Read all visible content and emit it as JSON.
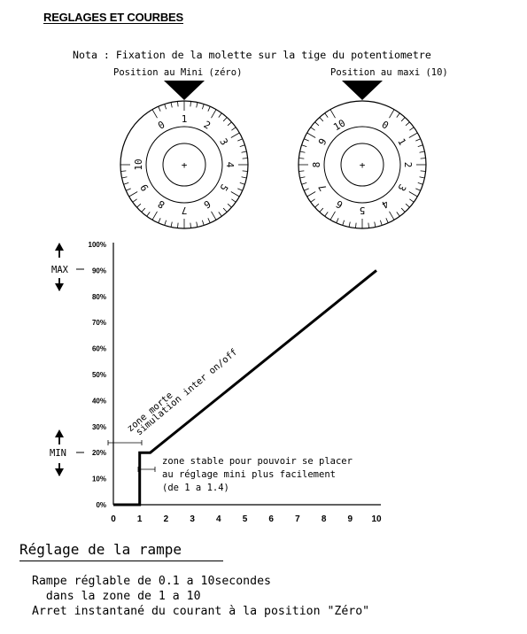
{
  "heading": "REGLAGES ET COURBES",
  "nota": "Nota : Fixation de la molette sur la tige du potentiometre",
  "dials": [
    {
      "caption": "Position au Mini (zéro)",
      "numbers": [
        "0",
        "1",
        "2",
        "3",
        "4",
        "5",
        "6",
        "7",
        "8",
        "9",
        "10"
      ],
      "rotation_deg": 0
    },
    {
      "caption": "Position au maxi (10)",
      "numbers": [
        "0",
        "1",
        "2",
        "3",
        "4",
        "5",
        "6",
        "7",
        "8",
        "9",
        "10"
      ],
      "rotation_deg": 0
    }
  ],
  "chart_labels": {
    "max": "MAX",
    "min": "MIN",
    "dead_zone_1": "zone morte",
    "dead_zone_2": "simulation inter on/off",
    "stable_1": "zone stable pour pouvoir se placer",
    "stable_2": "au réglage mini plus facilement",
    "stable_3": "(de 1 a 1.4)"
  },
  "chart_data": {
    "type": "line",
    "x": [
      0,
      1,
      1,
      1.4,
      10
    ],
    "y": [
      0,
      0,
      20,
      20,
      90
    ],
    "xlim": [
      0,
      10
    ],
    "ylim": [
      0,
      100
    ],
    "x_ticks": [
      "0",
      "1",
      "2",
      "3",
      "4",
      "5",
      "6",
      "7",
      "8",
      "9",
      "10"
    ],
    "y_ticks": [
      "0%",
      "10%",
      "20%",
      "30%",
      "40%",
      "50%",
      "60%",
      "70%",
      "80%",
      "90%",
      "100%"
    ],
    "max_marker": 90,
    "min_marker": 20,
    "grid": false
  },
  "section": {
    "title": "Réglage de la rampe",
    "lines": [
      "Rampe réglable de 0.1 a 10secondes",
      "  dans la zone de 1 a 10",
      "Arret instantané du courant à la position \"Zéro\""
    ]
  }
}
